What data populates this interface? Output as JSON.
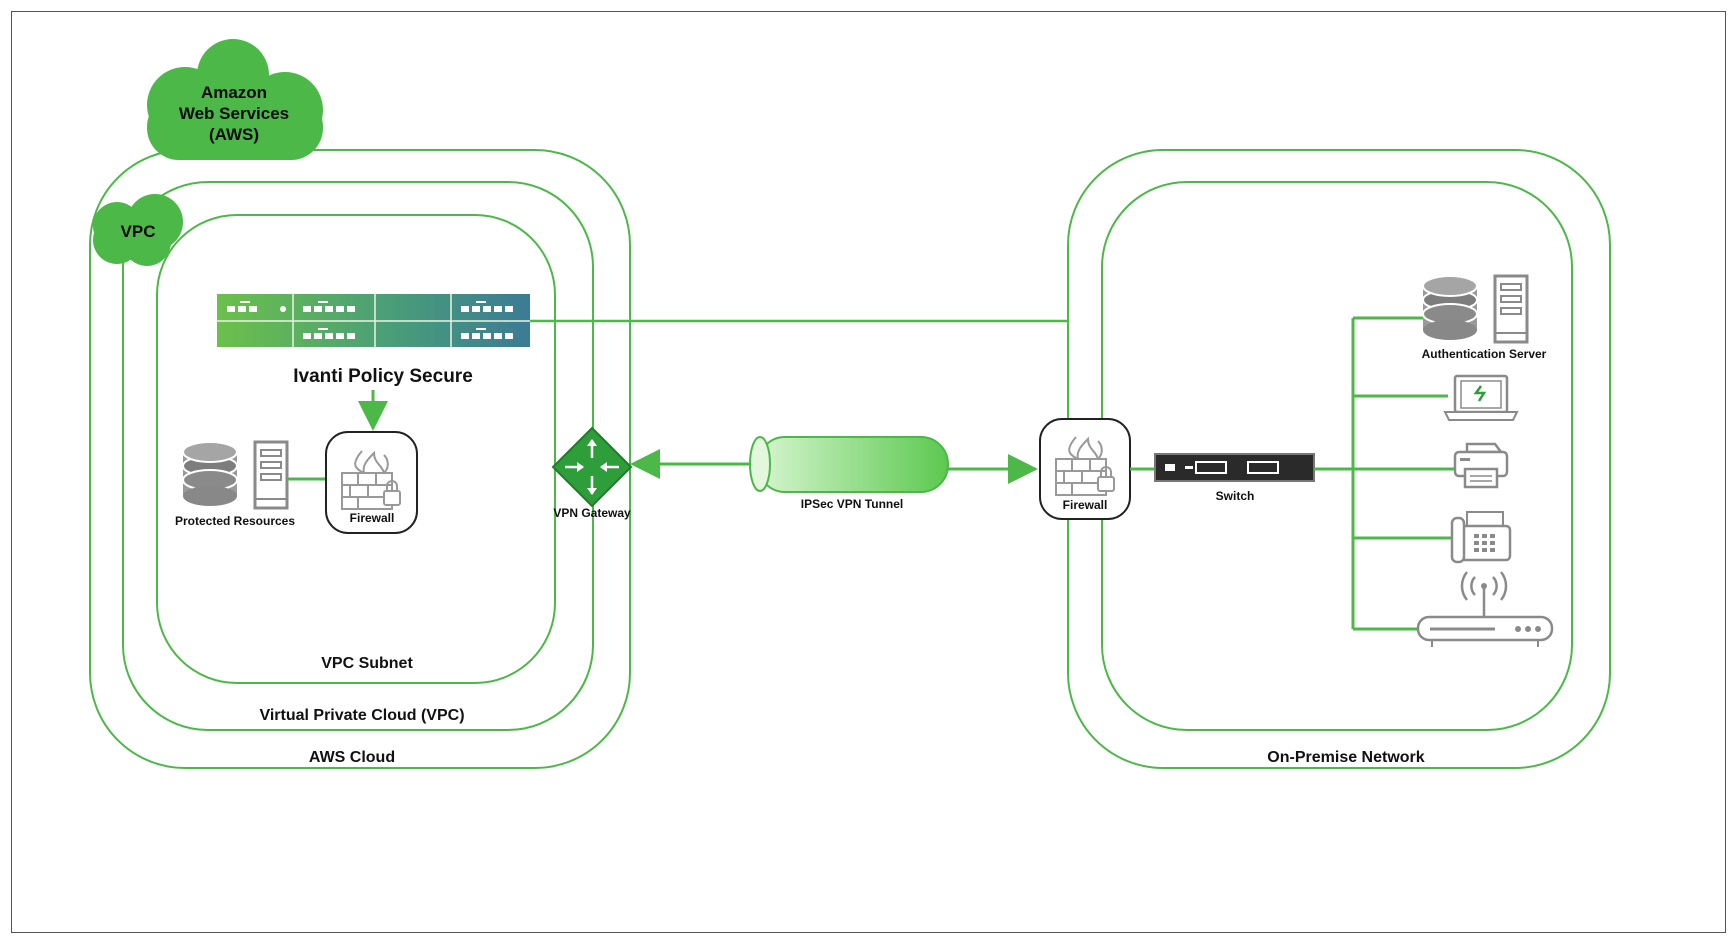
{
  "aws_cloud_badge": {
    "line1": "Amazon",
    "line2": "Web Services",
    "line3": "(AWS)"
  },
  "vpc_badge": "VPC",
  "labels": {
    "ivanti": "Ivanti Policy Secure",
    "protected_resources": "Protected Resources",
    "firewall_aws": "Firewall",
    "vpn_gateway": "VPN Gateway",
    "vpc_subnet": "VPC Subnet",
    "vpc": "Virtual Private Cloud (VPC)",
    "aws_cloud": "AWS Cloud",
    "ipsec_tunnel": "IPSec VPN Tunnel",
    "firewall_onprem": "Firewall",
    "switch": "Switch",
    "auth_server": "Authentication Server",
    "onprem_network": "On-Premise Network"
  },
  "colors": {
    "green": "#4cb848",
    "dark_green": "#2e9e3a",
    "teal": "#3a7d8c",
    "device_gray": "#8a8a8a"
  },
  "icons": [
    "database-icon",
    "server-icon",
    "firewall-icon",
    "router-icon",
    "laptop-icon",
    "printer-icon",
    "fax-icon",
    "wifi-router-icon",
    "switch-icon"
  ]
}
